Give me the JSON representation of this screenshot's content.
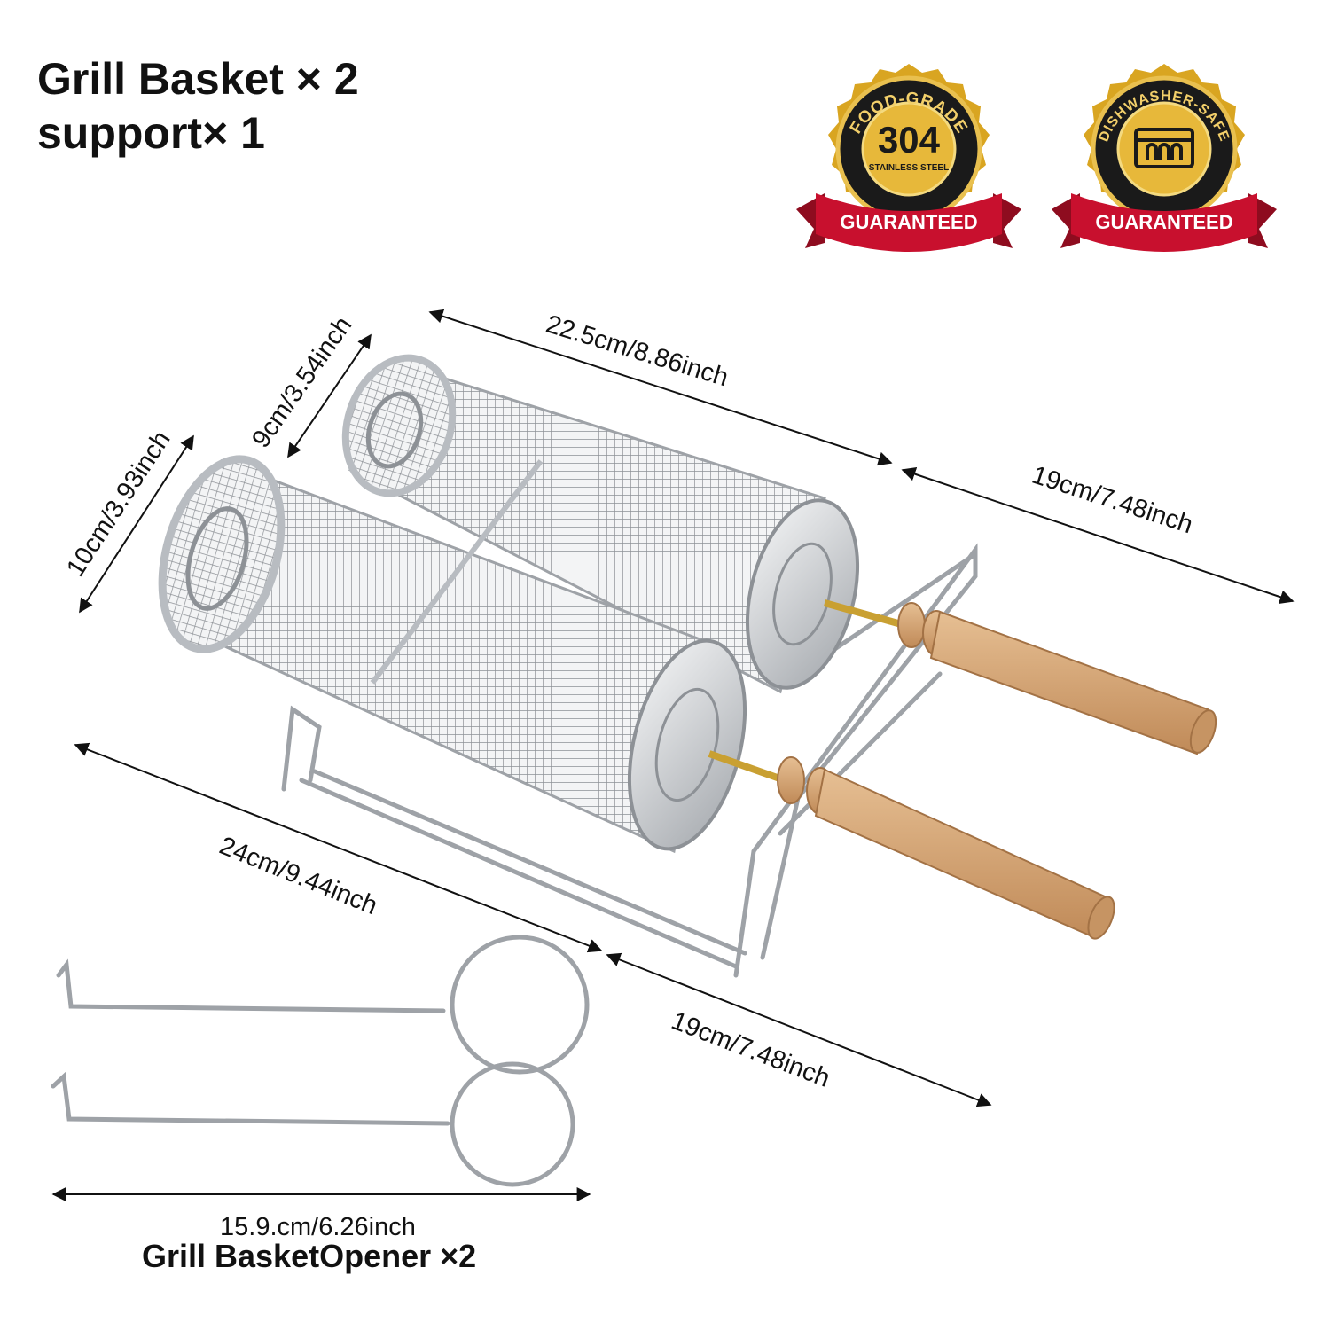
{
  "header": {
    "line1": "Grill Basket × 2",
    "line2": "support× 1"
  },
  "badges": [
    {
      "icon": "stainless-steel-304-icon",
      "arc_text": "FOOD-GRADE",
      "big_text": "304",
      "small_text": "STAINLESS STEEL",
      "ribbon_text": "GUARANTEED"
    },
    {
      "icon": "dishwasher-icon",
      "arc_text": "DISHWASHER-SAFE",
      "ribbon_text": "GUARANTEED"
    }
  ],
  "dimensions": {
    "basket_length": "22.5cm/8.86inch",
    "small_diameter": "9cm/3.54inch",
    "large_diameter": "10cm/3.93inch",
    "handle_length_top": "19cm/7.48inch",
    "support_length": "24cm/9.44inch",
    "handle_length_bottom": "19cm/7.48inch",
    "opener_length": "15.9.cm/6.26inch"
  },
  "footer": {
    "label": "Grill BasketOpener ×2"
  },
  "colors": {
    "gold": "#d9a521",
    "black": "#1a1a1a",
    "ribbon_red": "#c8102e",
    "wood": "#d7a878",
    "steel": "#b9bcc0"
  }
}
